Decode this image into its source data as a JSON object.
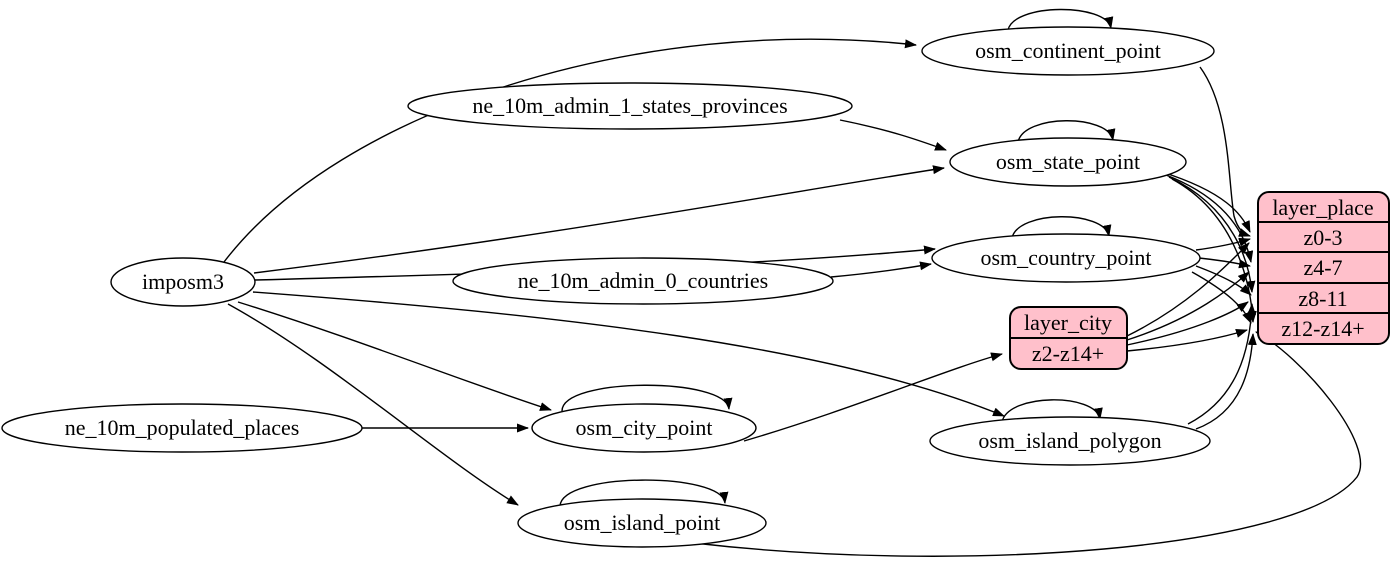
{
  "diagram": {
    "type": "data-flow-graph",
    "background_color": "#ffffff",
    "ellipse_fill": "#ffffff",
    "record_fill": "#ffc0cb",
    "stroke_color": "#000000",
    "nodes": {
      "imposm3": {
        "label": "imposm3",
        "shape": "ellipse"
      },
      "ne_10m_admin_1_states_provinces": {
        "label": "ne_10m_admin_1_states_provinces",
        "shape": "ellipse"
      },
      "ne_10m_admin_0_countries": {
        "label": "ne_10m_admin_0_countries",
        "shape": "ellipse"
      },
      "ne_10m_populated_places": {
        "label": "ne_10m_populated_places",
        "shape": "ellipse"
      },
      "osm_continent_point": {
        "label": "osm_continent_point",
        "shape": "ellipse"
      },
      "osm_state_point": {
        "label": "osm_state_point",
        "shape": "ellipse"
      },
      "osm_country_point": {
        "label": "osm_country_point",
        "shape": "ellipse"
      },
      "osm_city_point": {
        "label": "osm_city_point",
        "shape": "ellipse"
      },
      "osm_island_polygon": {
        "label": "osm_island_polygon",
        "shape": "ellipse"
      },
      "osm_island_point": {
        "label": "osm_island_point",
        "shape": "ellipse"
      },
      "layer_city": {
        "label": "layer_city",
        "shape": "record",
        "rows": [
          "z2-z14+"
        ]
      },
      "layer_place": {
        "label": "layer_place",
        "shape": "record",
        "rows": [
          "z0-3",
          "z4-7",
          "z8-11",
          "z12-z14+"
        ]
      }
    },
    "edges": [
      {
        "from": "imposm3",
        "to": "osm_continent_point"
      },
      {
        "from": "imposm3",
        "to": "osm_state_point"
      },
      {
        "from": "imposm3",
        "to": "osm_country_point"
      },
      {
        "from": "imposm3",
        "to": "osm_city_point"
      },
      {
        "from": "imposm3",
        "to": "osm_island_polygon"
      },
      {
        "from": "imposm3",
        "to": "osm_island_point"
      },
      {
        "from": "ne_10m_admin_1_states_provinces",
        "to": "osm_state_point"
      },
      {
        "from": "ne_10m_admin_0_countries",
        "to": "osm_country_point"
      },
      {
        "from": "ne_10m_populated_places",
        "to": "osm_city_point"
      },
      {
        "from": "osm_continent_point",
        "to": "osm_continent_point"
      },
      {
        "from": "osm_state_point",
        "to": "osm_state_point"
      },
      {
        "from": "osm_country_point",
        "to": "osm_country_point"
      },
      {
        "from": "osm_city_point",
        "to": "osm_city_point"
      },
      {
        "from": "osm_island_polygon",
        "to": "osm_island_polygon"
      },
      {
        "from": "osm_island_point",
        "to": "osm_island_point"
      },
      {
        "from": "osm_city_point",
        "to": "layer_city",
        "to_port": "z2-z14+"
      },
      {
        "from": "osm_continent_point",
        "to": "layer_place",
        "to_port": "z0-3"
      },
      {
        "from": "osm_state_point",
        "to": "layer_place",
        "to_port": "z0-3"
      },
      {
        "from": "osm_state_point",
        "to": "layer_place",
        "to_port": "z4-7"
      },
      {
        "from": "osm_state_point",
        "to": "layer_place",
        "to_port": "z8-11"
      },
      {
        "from": "osm_state_point",
        "to": "layer_place",
        "to_port": "z12-z14+"
      },
      {
        "from": "osm_country_point",
        "to": "layer_place",
        "to_port": "z0-3"
      },
      {
        "from": "osm_country_point",
        "to": "layer_place",
        "to_port": "z4-7"
      },
      {
        "from": "osm_country_point",
        "to": "layer_place",
        "to_port": "z8-11"
      },
      {
        "from": "osm_country_point",
        "to": "layer_place",
        "to_port": "z12-z14+"
      },
      {
        "from": "layer_city",
        "to": "layer_place",
        "to_port": "z0-3"
      },
      {
        "from": "layer_city",
        "to": "layer_place",
        "to_port": "z4-7"
      },
      {
        "from": "layer_city",
        "to": "layer_place",
        "to_port": "z8-11"
      },
      {
        "from": "layer_city",
        "to": "layer_place",
        "to_port": "z12-z14+"
      },
      {
        "from": "osm_island_polygon",
        "to": "layer_place",
        "to_port": "z8-11"
      },
      {
        "from": "osm_island_polygon",
        "to": "layer_place",
        "to_port": "z12-z14+"
      },
      {
        "from": "osm_island_point",
        "to": "layer_place",
        "to_port": "z12-z14+"
      }
    ]
  }
}
